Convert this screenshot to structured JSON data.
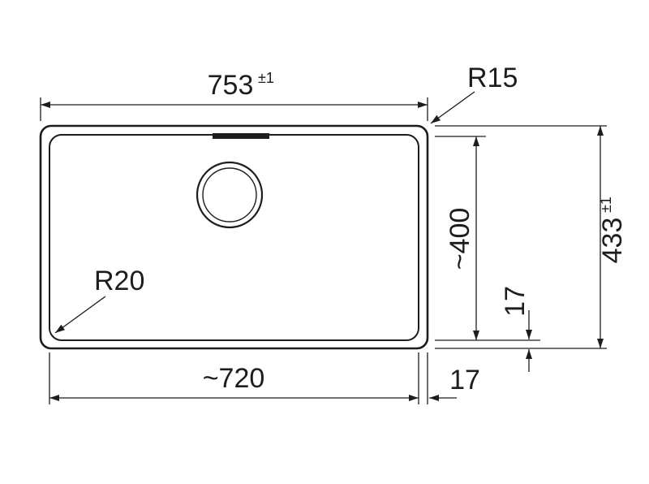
{
  "drawing": {
    "background_color": "#ffffff",
    "line_color": "#1d1d1b",
    "dimensions": {
      "overall_width": {
        "value": "753",
        "tolerance": "±1"
      },
      "overall_height": {
        "value": "433",
        "tolerance": "±1"
      },
      "bowl_width": {
        "value": "~720"
      },
      "bowl_height": {
        "value": "~400"
      },
      "gap_vertical_right": {
        "value": "17"
      },
      "gap_horizontal_bottom": {
        "value": "17"
      },
      "corner_radius_outer": {
        "value": "R15"
      },
      "corner_radius_bowl": {
        "value": "R20"
      }
    }
  }
}
